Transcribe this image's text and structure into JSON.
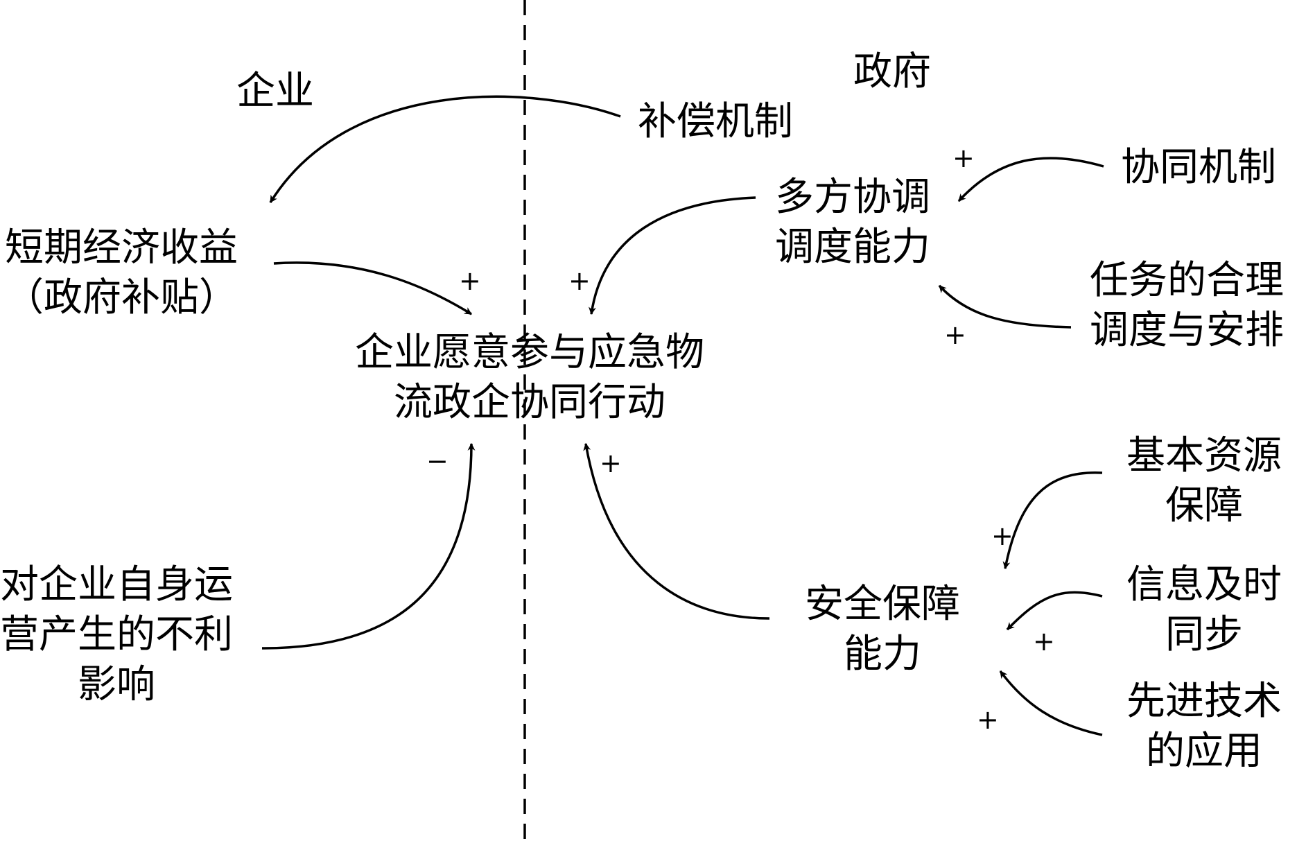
{
  "regions": {
    "enterprise": "企业",
    "government": "政府"
  },
  "center": {
    "line1": "企业愿意参与应急物",
    "line2": "流政企协同行动"
  },
  "nodes": {
    "short_term_income": {
      "line1": "短期经济收益",
      "line2": "（政府补贴）"
    },
    "compensation": "补偿机制",
    "coordination_mechanism": "协同机制",
    "multi_party": {
      "line1": "多方协调",
      "line2": "调度能力"
    },
    "task_scheduling": {
      "line1": "任务的合理",
      "line2": "调度与安排"
    },
    "adverse_impact": {
      "line1": "对企业自身运",
      "line2": "营产生的不利",
      "line3": "影响"
    },
    "basic_resources": {
      "line1": "基本资源",
      "line2": "保障"
    },
    "info_sync": {
      "line1": "信息及时",
      "line2": "同步"
    },
    "advanced_tech": {
      "line1": "先进技术",
      "line2": "的应用"
    },
    "safety": {
      "line1": "安全保障",
      "line2": "能力"
    }
  },
  "signs": {
    "short_income_to_center": "+",
    "multi_party_to_center": "+",
    "coordination_to_multi": "+",
    "task_to_multi": "+",
    "adverse_to_center": "−",
    "safety_to_center": "+",
    "basic_to_safety": "+",
    "info_to_safety": "+",
    "tech_to_safety": "+"
  }
}
